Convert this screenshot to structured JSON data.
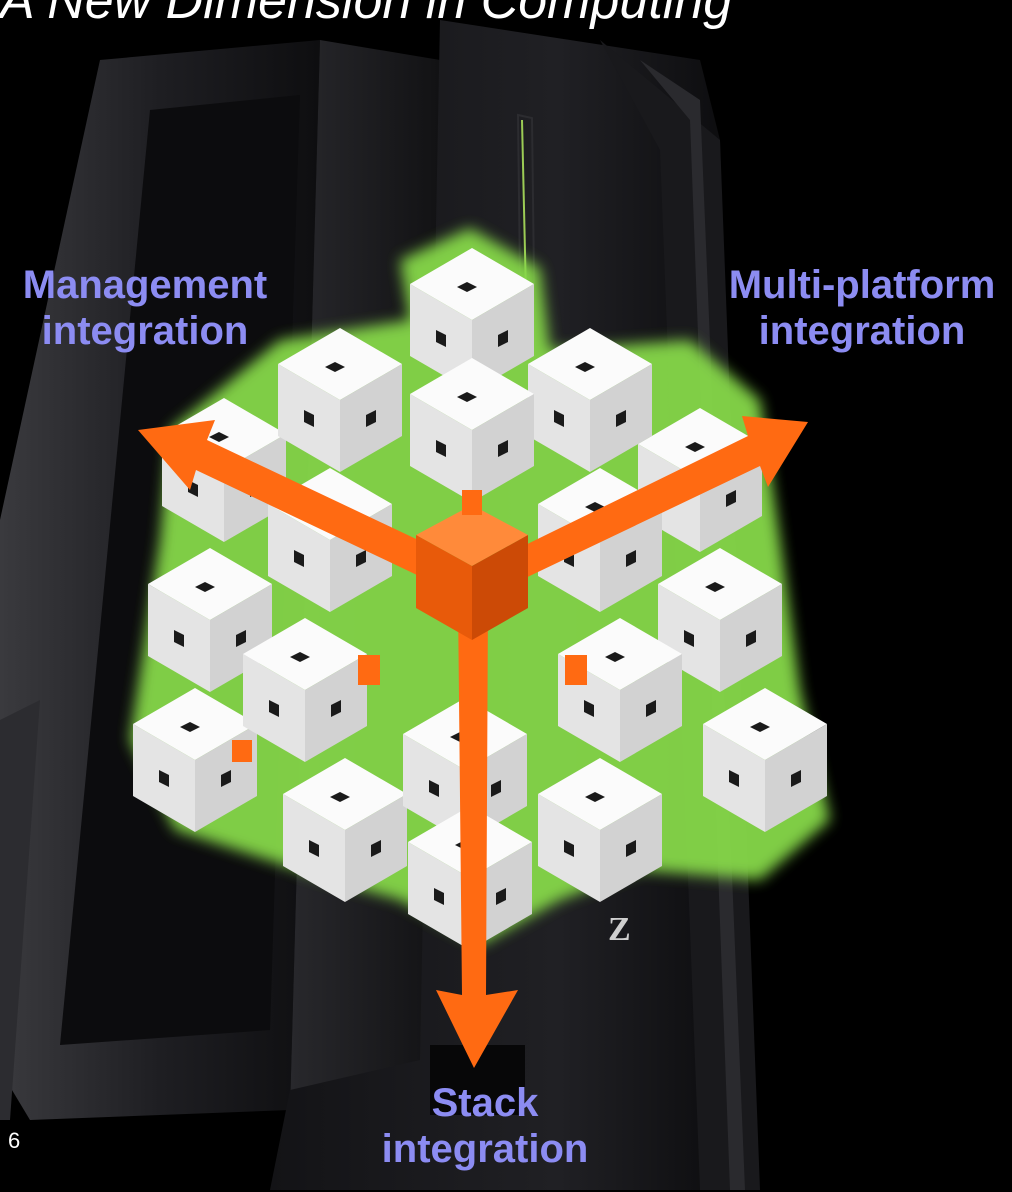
{
  "slide": {
    "title": "A New Dimension in Computing",
    "page_number": "6"
  },
  "labels": {
    "management": {
      "line1": "Management",
      "line2": "integration"
    },
    "multiplatform": {
      "line1": "Multi-platform",
      "line2": "integration"
    },
    "stack": {
      "line1": "Stack",
      "line2": "integration"
    }
  },
  "colors": {
    "background": "#000000",
    "label_text": "#8c8cf2",
    "arrow": "#ff6a12",
    "cube_face": "#ededed",
    "cube_glow": "#9be05a",
    "server_body": "#1c1c1e"
  },
  "icons": {
    "server": "mainframe-server-icon",
    "cube": "cube-lattice-icon",
    "arrow": "orange-axis-arrow-icon"
  }
}
